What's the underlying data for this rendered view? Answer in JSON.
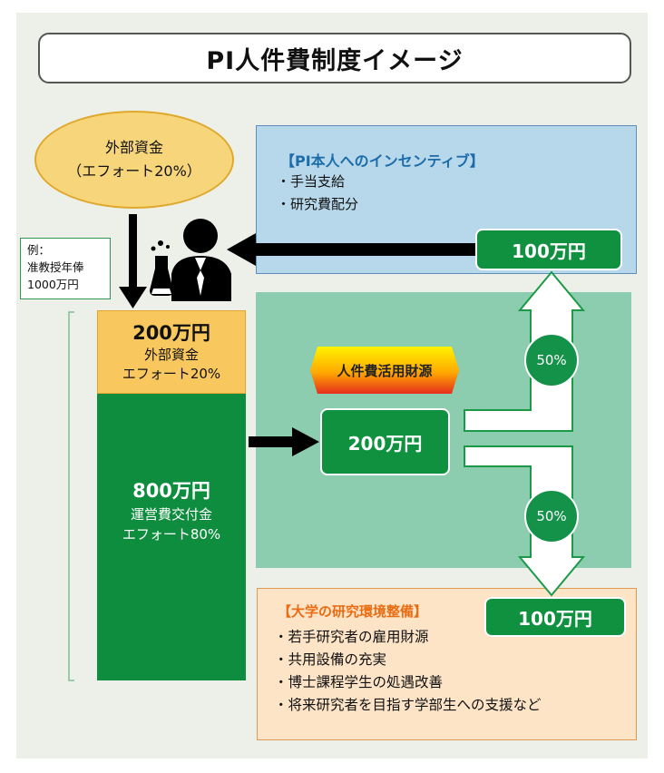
{
  "title": "PI人件費制度イメージ",
  "external_funds": {
    "line1": "外部資金",
    "line2": "（エフォート20%）"
  },
  "example": {
    "line1": "例：",
    "line2": "准教授年俸",
    "line3": "1000万円"
  },
  "incentive": {
    "title": "【PI本人へのインセンティブ】",
    "items": [
      "・手当支給",
      "・研究費配分"
    ]
  },
  "bar_top": {
    "amount": "200万円",
    "line1": "外部資金",
    "line2": "エフォート20%"
  },
  "bar_bottom": {
    "amount": "800万円",
    "line1": "運営費交付金",
    "line2": "エフォート80%"
  },
  "banner": "人件費活用財源",
  "mid_amount": "200万円",
  "top_amount": "100万円",
  "bottom_amount": "100万円",
  "split_top": "50%",
  "split_bottom": "50%",
  "university": {
    "title": "【大学の研究環境整備】",
    "items": [
      "・若手研究者の雇用財源",
      "・共用設備の充実",
      "・博士課程学生の処遇改善",
      "・将来研究者を目指す学部生への支援など"
    ]
  },
  "colors": {
    "green": "#10913f",
    "light_green": "#8cccaf",
    "blue_panel": "#b7d8ea",
    "orange_panel": "#fde4c7",
    "yellow": "#f8c75e"
  },
  "icons": [
    "researcher-icon"
  ]
}
